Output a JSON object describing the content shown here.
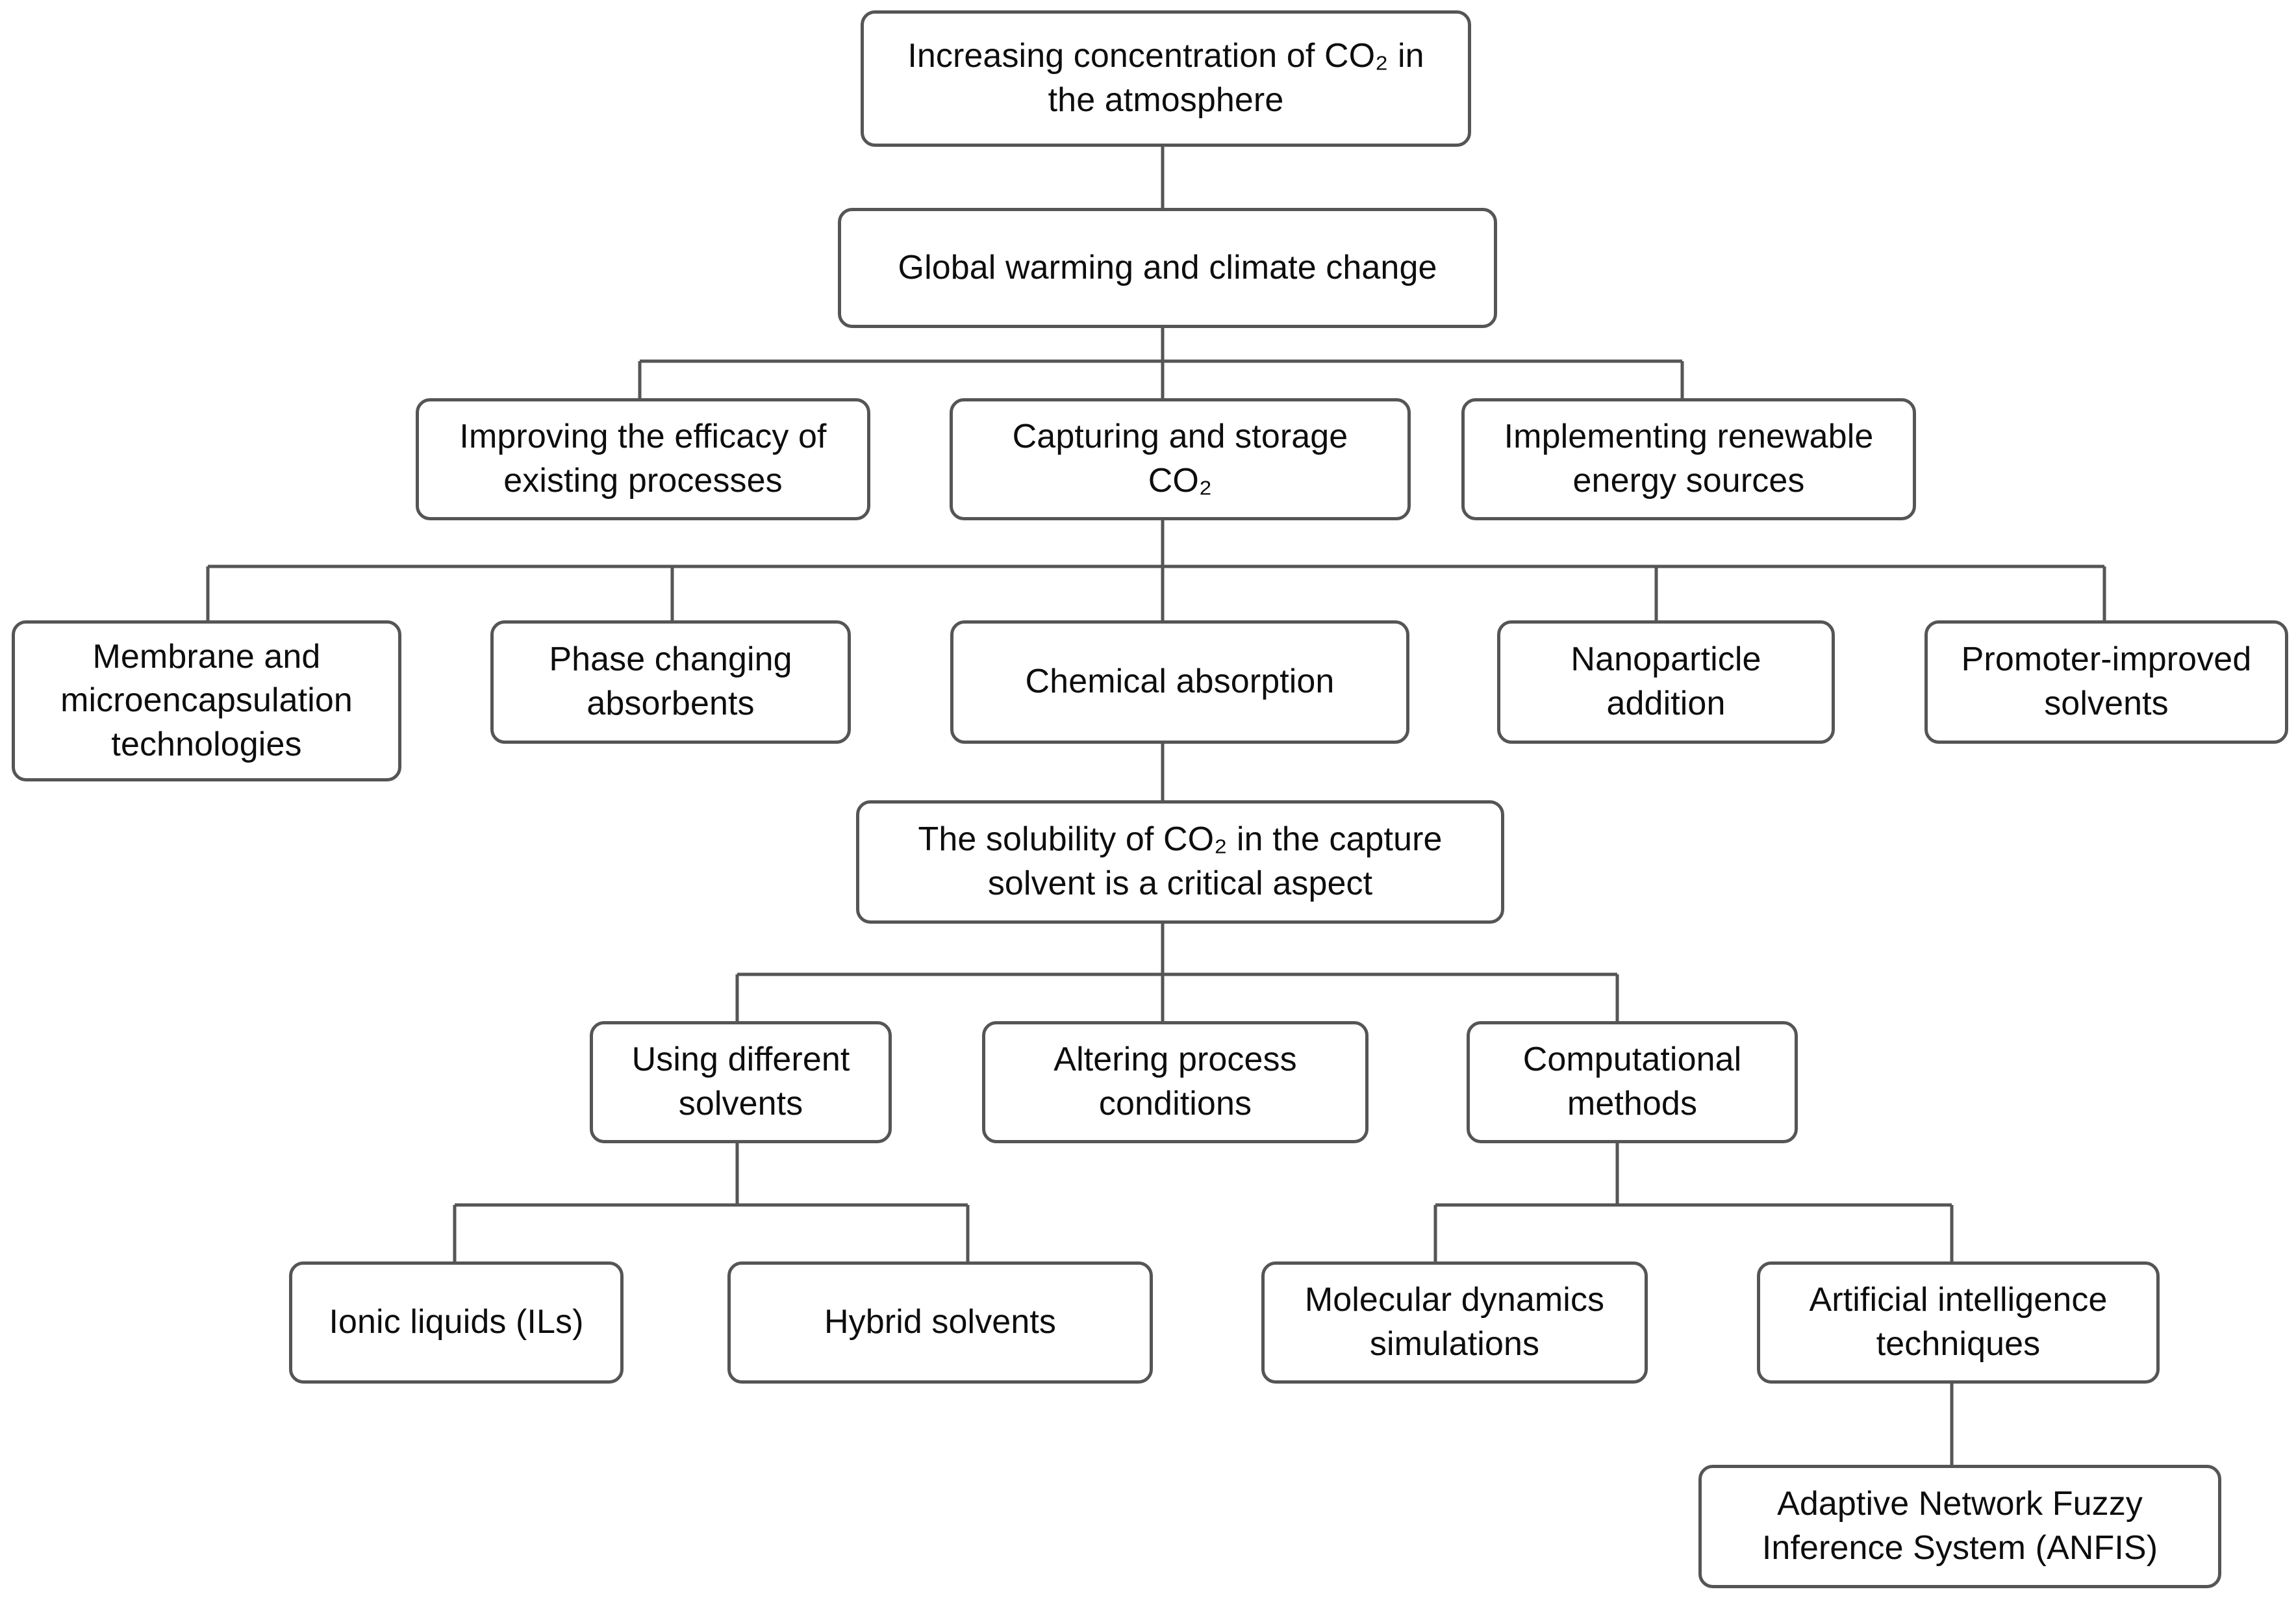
{
  "diagram": {
    "title": "CO2 capture research flowchart",
    "colors": {
      "box_border": "#555555",
      "box_fill": "#ffffff",
      "connector": "#555555",
      "text": "#0d0d0d"
    },
    "nodes": [
      {
        "id": "co2-concentration",
        "label": "Increasing concentration of CO₂ in\nthe atmosphere"
      },
      {
        "id": "global-warming",
        "label": "Global warming and climate change"
      },
      {
        "id": "improving-efficacy",
        "label": "Improving the efficacy of\nexisting processes"
      },
      {
        "id": "capturing-storage",
        "label": "Capturing and storage\nCO₂"
      },
      {
        "id": "renewable-energy",
        "label": "Implementing renewable\nenergy sources"
      },
      {
        "id": "membrane-microencapsulation",
        "label": "Membrane and\nmicroencapsulation\ntechnologies"
      },
      {
        "id": "phase-changing-absorbents",
        "label": "Phase changing\nabsorbents"
      },
      {
        "id": "chemical-absorption",
        "label": "Chemical absorption"
      },
      {
        "id": "nanoparticle-addition",
        "label": "Nanoparticle\naddition"
      },
      {
        "id": "promoter-improved-solvents",
        "label": "Promoter-improved\nsolvents"
      },
      {
        "id": "solubility-critical",
        "label": "The solubility of CO₂ in the capture\nsolvent is a critical aspect"
      },
      {
        "id": "using-different-solvents",
        "label": "Using different\nsolvents"
      },
      {
        "id": "altering-process-conditions",
        "label": "Altering process\nconditions"
      },
      {
        "id": "computational-methods",
        "label": "Computational\nmethods"
      },
      {
        "id": "ionic-liquids",
        "label": "Ionic liquids (ILs)"
      },
      {
        "id": "hybrid-solvents",
        "label": "Hybrid solvents"
      },
      {
        "id": "molecular-dynamics",
        "label": "Molecular dynamics\nsimulations"
      },
      {
        "id": "artificial-intelligence",
        "label": "Artificial intelligence\ntechniques"
      },
      {
        "id": "anfis",
        "label": "Adaptive Network Fuzzy\nInference System (ANFIS)"
      }
    ],
    "edges": [
      {
        "from": "co2-concentration",
        "to": "global-warming"
      },
      {
        "from": "global-warming",
        "to": "improving-efficacy"
      },
      {
        "from": "global-warming",
        "to": "capturing-storage"
      },
      {
        "from": "global-warming",
        "to": "renewable-energy"
      },
      {
        "from": "capturing-storage",
        "to": "membrane-microencapsulation"
      },
      {
        "from": "capturing-storage",
        "to": "phase-changing-absorbents"
      },
      {
        "from": "capturing-storage",
        "to": "chemical-absorption"
      },
      {
        "from": "capturing-storage",
        "to": "nanoparticle-addition"
      },
      {
        "from": "capturing-storage",
        "to": "promoter-improved-solvents"
      },
      {
        "from": "chemical-absorption",
        "to": "solubility-critical"
      },
      {
        "from": "solubility-critical",
        "to": "using-different-solvents"
      },
      {
        "from": "solubility-critical",
        "to": "altering-process-conditions"
      },
      {
        "from": "solubility-critical",
        "to": "computational-methods"
      },
      {
        "from": "using-different-solvents",
        "to": "ionic-liquids"
      },
      {
        "from": "using-different-solvents",
        "to": "hybrid-solvents"
      },
      {
        "from": "computational-methods",
        "to": "molecular-dynamics"
      },
      {
        "from": "computational-methods",
        "to": "artificial-intelligence"
      },
      {
        "from": "artificial-intelligence",
        "to": "anfis"
      }
    ]
  }
}
